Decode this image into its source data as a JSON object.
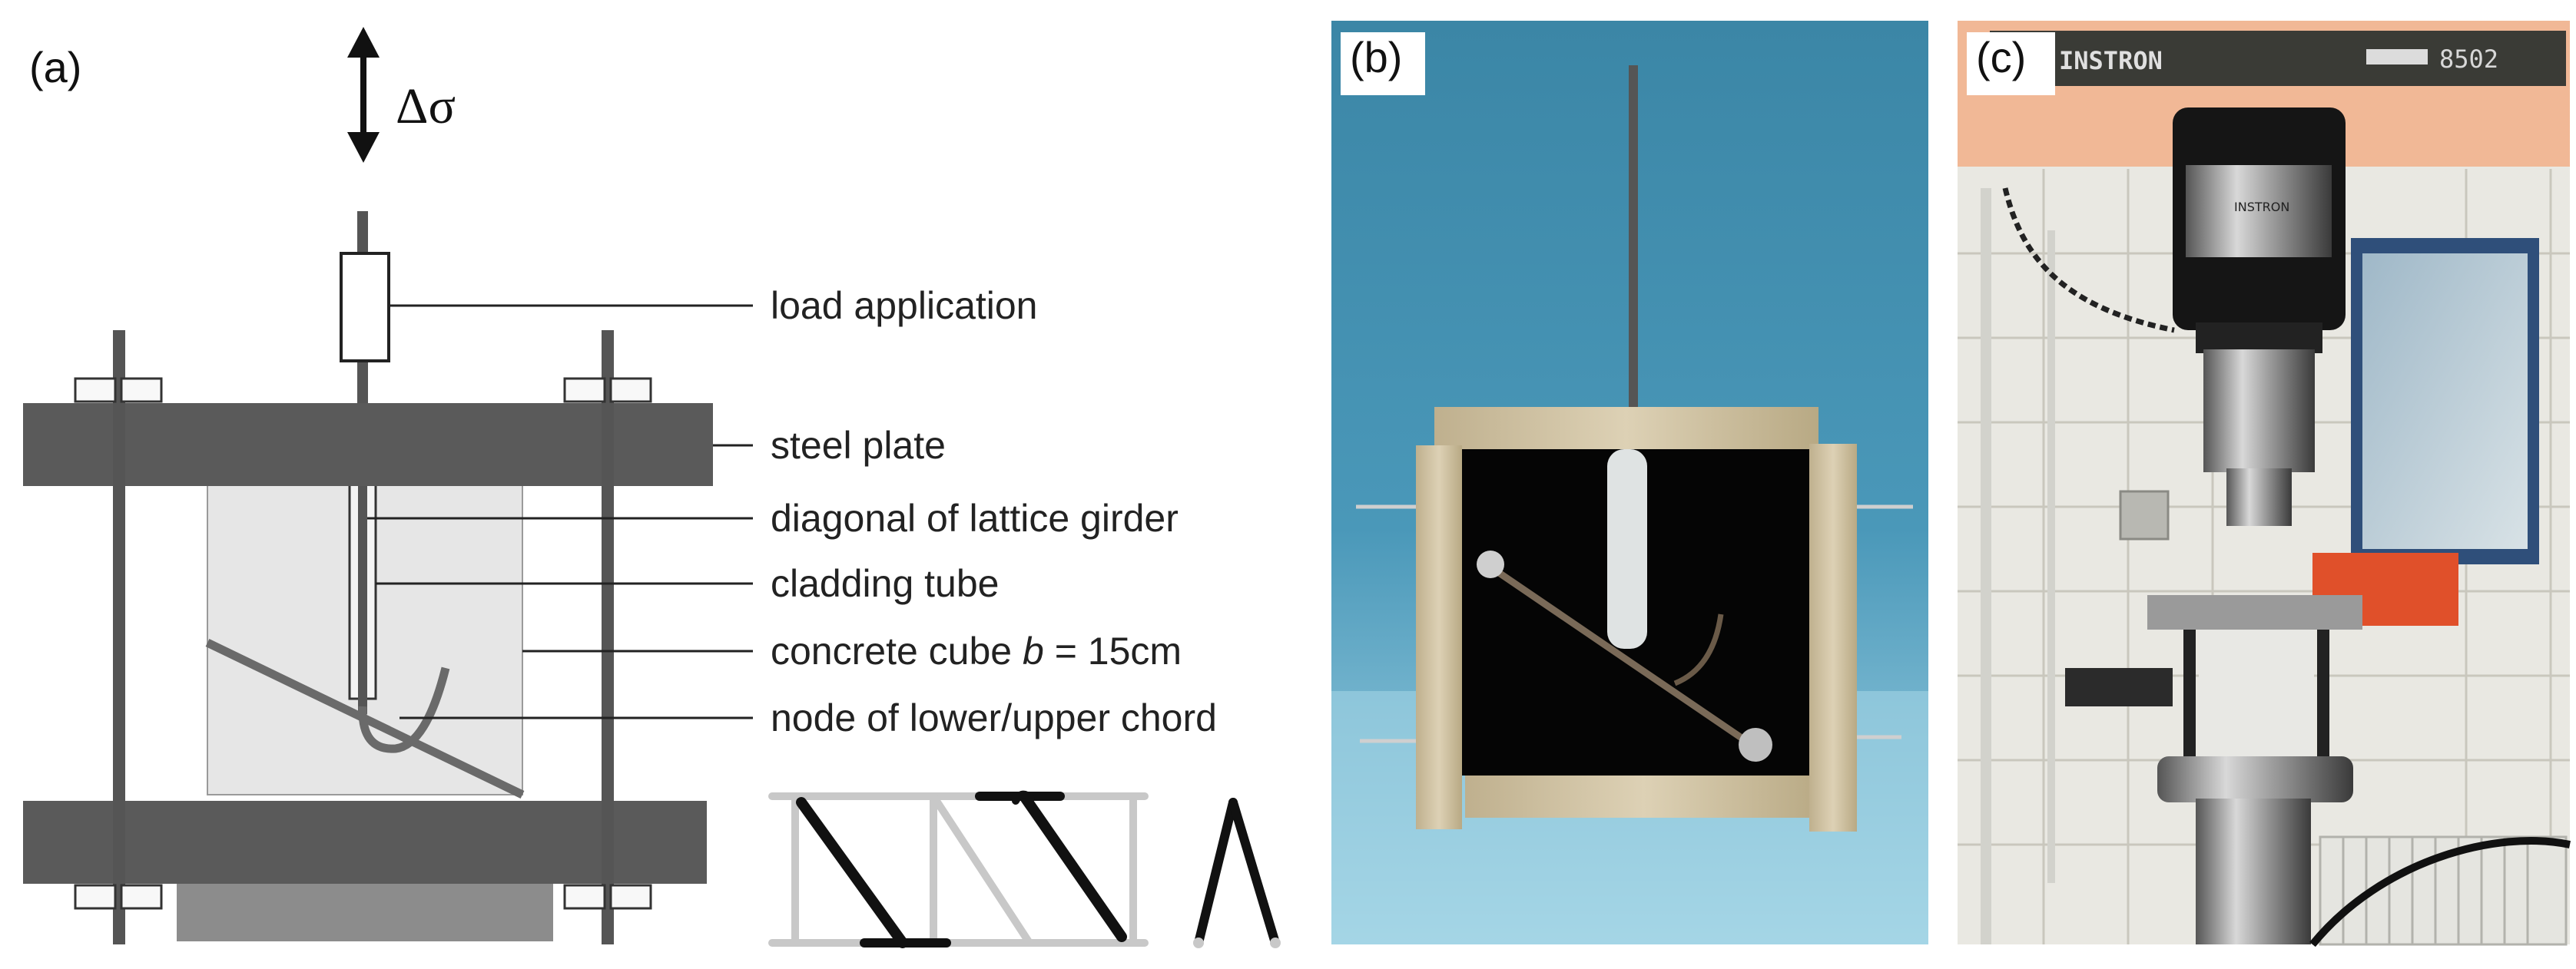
{
  "panels": {
    "a": {
      "label": "(a)"
    },
    "b": {
      "label": "(b)"
    },
    "c": {
      "label": "(c)"
    }
  },
  "diagram": {
    "load_symbol": "Δσ",
    "callouts": {
      "load_application": "load application",
      "steel_plate": "steel plate",
      "diagonal": "diagonal of lattice girder",
      "cladding_tube": "cladding tube",
      "concrete_cube_prefix": "concrete cube ",
      "concrete_cube_var": "b",
      "concrete_cube_suffix": " = 15cm",
      "node": "node of lower/upper chord"
    }
  },
  "photo_c": {
    "machine_brand": "INSTRON",
    "machine_model": "8502",
    "actuator_badge": "INSTRON"
  },
  "colors": {
    "steel_dark": "#5a5a5a",
    "concrete_light": "#e6e6e6",
    "base_block": "#8c8c8c",
    "lattice_grey": "#c8c8c8",
    "lattice_black": "#111111",
    "photo_b_background": "#3f8fb0",
    "wood": "#cdbf9f"
  }
}
